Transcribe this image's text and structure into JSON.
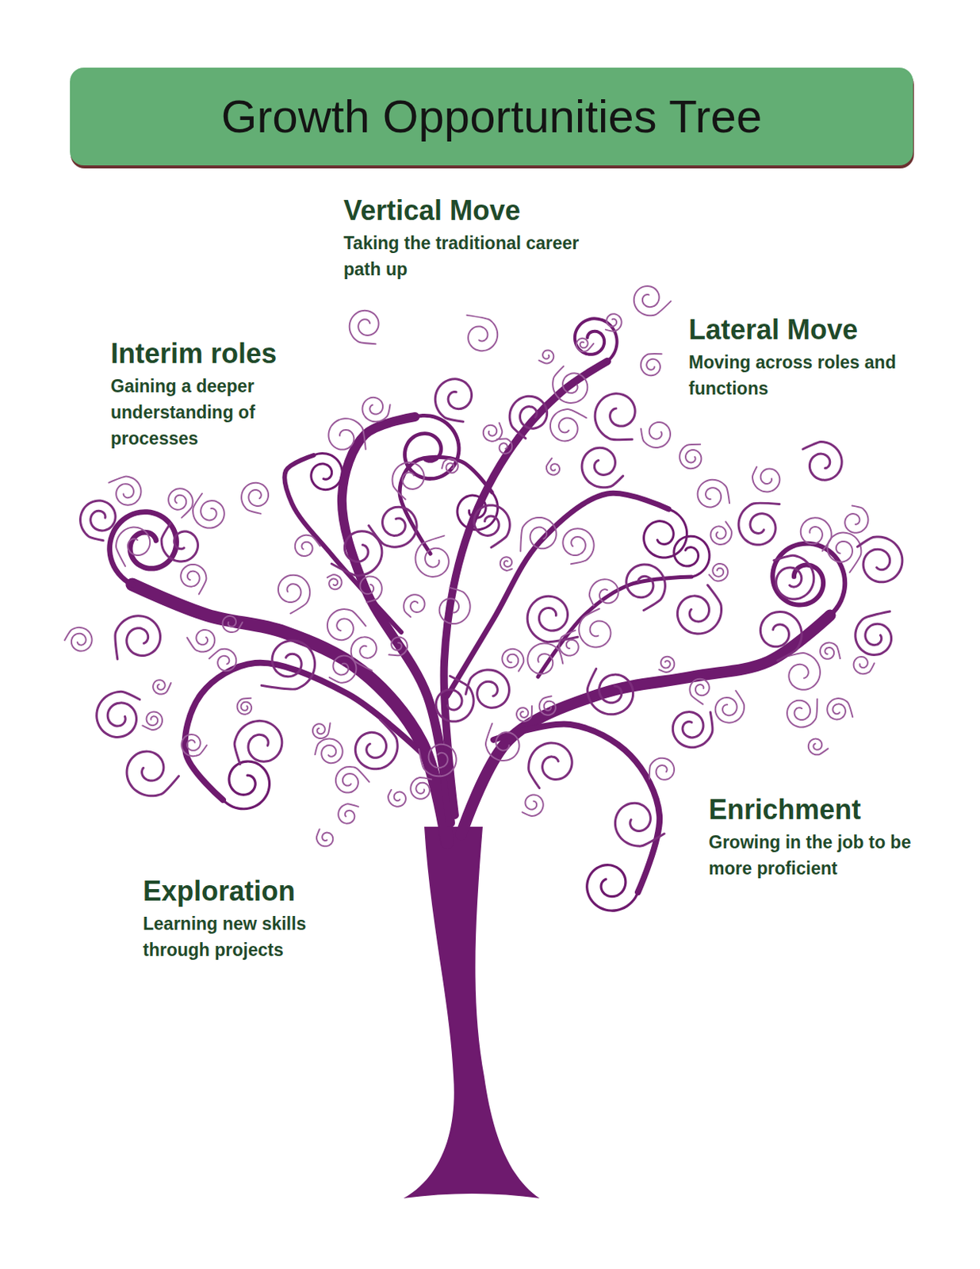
{
  "diagram": {
    "title": "Growth Opportunities Tree",
    "labels": [
      "Vertical Move",
      "Taking the traditional career path up",
      "Interim roles",
      "Gaining a deeper understanding of processes",
      "Lateral Move",
      "Moving across roles and functions",
      "Enrichment",
      "Growing in the job to be more proficient",
      "Exploration",
      "Learning new skills through projects"
    ]
  }
}
